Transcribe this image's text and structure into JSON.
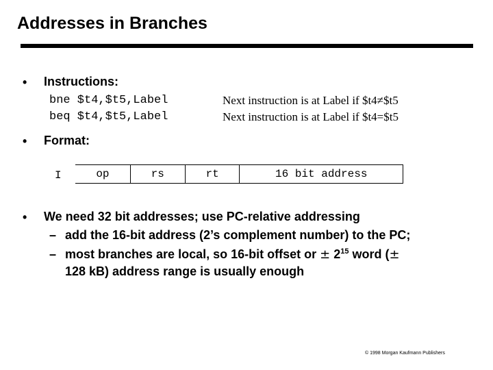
{
  "title": "Addresses in Branches",
  "bullets": {
    "b1": "Instructions:",
    "b2": "Format:",
    "b3": "We need 32 bit addresses; use PC-relative addressing"
  },
  "bullet_glyph": "•",
  "instructions": [
    {
      "code": "bne $t4,$t5,Label",
      "desc": "Next instruction is at Label if $t4≠$t5"
    },
    {
      "code": "beq $t4,$t5,Label",
      "desc": "Next instruction is at Label if $t4=$t5"
    }
  ],
  "format": {
    "label": "I",
    "fields": [
      "op",
      "rs",
      "rt",
      "16 bit address"
    ]
  },
  "sub": {
    "dash": "–",
    "s1": "add the 16-bit address (2’s complement number) to the PC;",
    "s2_a": "most branches are local, so 16-bit offset or ",
    "s2_pm": "±",
    "s2_b": " 2",
    "s2_exp": "15",
    "s2_c": " word (",
    "s2_pm2": "±",
    "s3": "128 kB) address range is usually enough"
  },
  "footer": "© 1998 Morgan Kaufmann Publishers"
}
